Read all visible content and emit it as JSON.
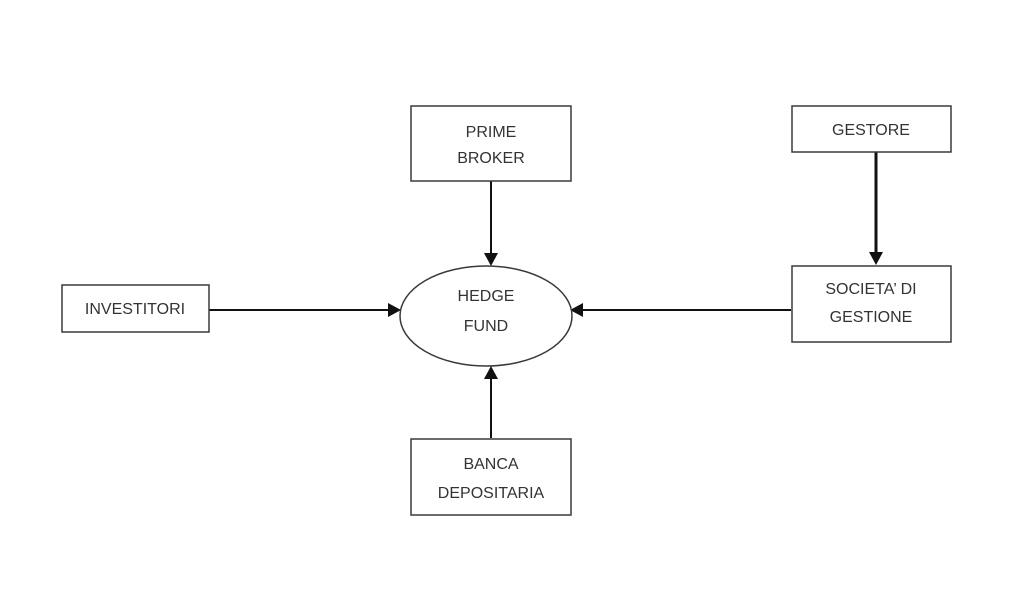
{
  "diagram": {
    "nodes": {
      "prime_broker": {
        "line1": "PRIME",
        "line2": "BROKER"
      },
      "gestore": {
        "line1": "GESTORE"
      },
      "investitori": {
        "line1": "INVESTITORI"
      },
      "hedge_fund": {
        "line1": "HEDGE",
        "line2": "FUND"
      },
      "societa_gestione": {
        "line1": "SOCIETA’ DI",
        "line2": "GESTIONE"
      },
      "banca_depositaria": {
        "line1": "BANCA",
        "line2": "DEPOSITARIA"
      }
    },
    "edges": [
      {
        "from": "prime_broker",
        "to": "hedge_fund"
      },
      {
        "from": "investitori",
        "to": "hedge_fund"
      },
      {
        "from": "societa_gestione",
        "to": "hedge_fund"
      },
      {
        "from": "banca_depositaria",
        "to": "hedge_fund"
      },
      {
        "from": "gestore",
        "to": "societa_gestione"
      }
    ]
  }
}
